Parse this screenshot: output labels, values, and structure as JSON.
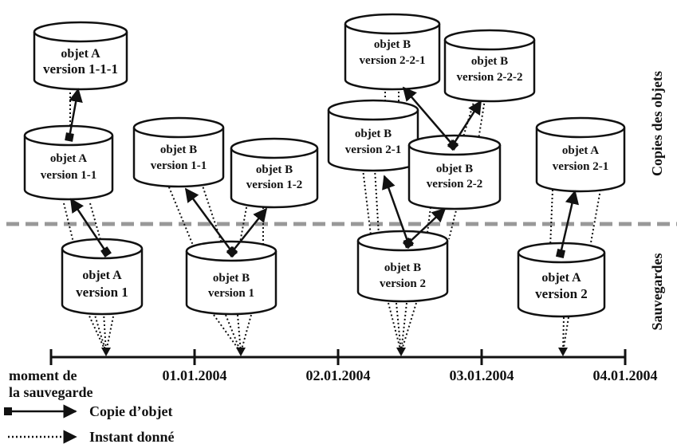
{
  "sections": {
    "copies_label": "Copies des objets",
    "backups_label": "Sauvegardes"
  },
  "timeline": {
    "start_label_line1": "moment de",
    "start_label_line2": "la sauvegarde",
    "dates": [
      "01.01.2004",
      "02.01.2004",
      "03.01.2004",
      "04.01.2004"
    ]
  },
  "backups": [
    {
      "id": "b1",
      "title": "objet A",
      "version": "version 1"
    },
    {
      "id": "b2",
      "title": "objet B",
      "version": "version 1"
    },
    {
      "id": "b3",
      "title": "objet B",
      "version": "version 2"
    },
    {
      "id": "b4",
      "title": "objet A",
      "version": "version 2"
    }
  ],
  "copies": [
    {
      "id": "c1",
      "title": "objet A",
      "version": "version 1-1"
    },
    {
      "id": "c2",
      "title": "objet A",
      "version": "version 1-1-1"
    },
    {
      "id": "c3",
      "title": "objet B",
      "version": "version 1-1"
    },
    {
      "id": "c4",
      "title": "objet B",
      "version": "version 1-2"
    },
    {
      "id": "c5",
      "title": "objet B",
      "version": "version 2-1"
    },
    {
      "id": "c6",
      "title": "objet B",
      "version": "version 2-2-1"
    },
    {
      "id": "c7",
      "title": "objet B",
      "version": "version 2-2-2"
    },
    {
      "id": "c8",
      "title": "objet B",
      "version": "version 2-2"
    },
    {
      "id": "c9",
      "title": "objet A",
      "version": "version 2-1"
    }
  ],
  "legend": {
    "copy_label": "Copie d’objet",
    "instant_label": "Instant donné"
  }
}
